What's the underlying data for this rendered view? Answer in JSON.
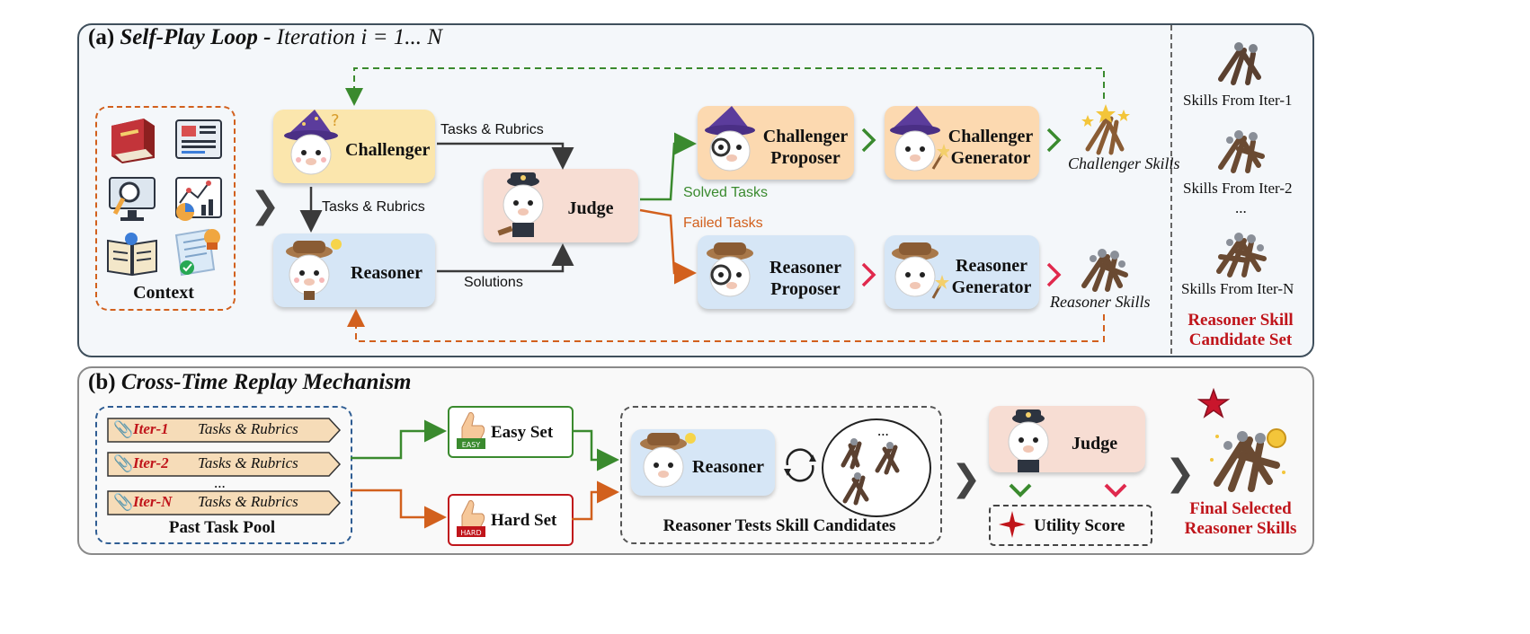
{
  "panel_a": {
    "prefix": "(a)",
    "title_bold": "Self-Play Loop -",
    "title_italic": "Iteration i = 1... N"
  },
  "context": {
    "label": "Context"
  },
  "challenger": {
    "label": "Challenger"
  },
  "reasoner": {
    "label": "Reasoner"
  },
  "judge": {
    "label": "Judge"
  },
  "edges": {
    "tasks_rubrics_top": "Tasks & Rubrics",
    "tasks_rubrics_side": "Tasks & Rubrics",
    "solutions": "Solutions",
    "solved": "Solved Tasks",
    "failed": "Failed  Tasks"
  },
  "challenger_proposer": {
    "line1": "Challenger",
    "line2": "Proposer"
  },
  "challenger_generator": {
    "line1": "Challenger",
    "line2": "Generator"
  },
  "reasoner_proposer": {
    "line1": "Reasoner",
    "line2": "Proposer"
  },
  "reasoner_generator": {
    "line1": "Reasoner",
    "line2": "Generator"
  },
  "challenger_skills": "Challenger Skills",
  "reasoner_skills": "Reasoner Skills",
  "candidate_set": {
    "iter1": "Skills From Iter-1",
    "iter2": "Skills From Iter-2",
    "dots": "...",
    "iterN": "Skills From Iter-N",
    "title_line1": "Reasoner Skill",
    "title_line2": "Candidate Set"
  },
  "panel_b": {
    "prefix": "(b)",
    "title": "Cross-Time Replay Mechanism"
  },
  "task_pool": {
    "items": [
      {
        "iter": "Iter-1",
        "text": "Tasks & Rubrics"
      },
      {
        "iter": "Iter-2",
        "text": "Tasks & Rubrics"
      },
      {
        "iter": "Iter-N",
        "text": "Tasks & Rubrics"
      }
    ],
    "dots": "...",
    "label": "Past Task Pool"
  },
  "easy_set": {
    "label": "Easy Set",
    "tag": "EASY"
  },
  "hard_set": {
    "label": "Hard Set",
    "tag": "HARD"
  },
  "tests": {
    "reasoner": "Reasoner",
    "dots": "...",
    "label": "Reasoner Tests Skill Candidates"
  },
  "judge_b": {
    "label": "Judge"
  },
  "utility": {
    "label": "Utility Score"
  },
  "final": {
    "line1": "Final Selected",
    "line2": "Reasoner Skills"
  },
  "colors": {
    "green": "#3a8a2e",
    "orange": "#d2601d",
    "red_text": "#c0151b",
    "dark": "#3f4f5c"
  }
}
